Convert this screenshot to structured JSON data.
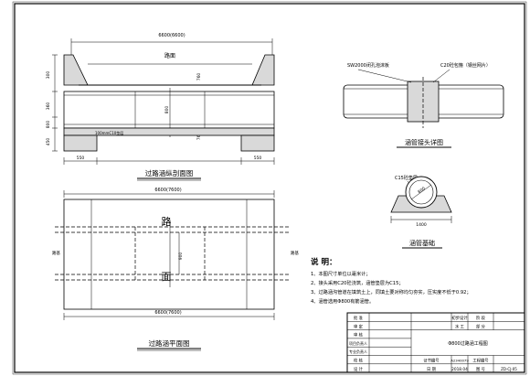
{
  "section_view": {
    "title": "过路涵纵剖面图",
    "top_dim": "6600(6600)",
    "road_label": "路面",
    "base_label": "100mmC10垫层",
    "bottom_dim_left": "550",
    "bottom_dim_right": "550",
    "left_dims": [
      "300",
      "360",
      "800",
      "450"
    ],
    "vertical_dims": [
      "760",
      "800",
      "760"
    ]
  },
  "joint_detail": {
    "title": "涵管接头详图",
    "rubber_label": "SW2000闭孔泡沫板",
    "ring_label": "C20砼包箍（钢丝网片）"
  },
  "foundation_detail": {
    "title": "涵管基础",
    "c15_label": "C15砼垫层",
    "dia_label": "800",
    "width_dim": "1400"
  },
  "plan_view": {
    "title": "过路涵平面图",
    "top_dim": "6600(7600)",
    "bottom_dim": "6600(7600)",
    "road_char_1": "路",
    "road_char_2": "面",
    "left_tag": "路基",
    "right_tag": "路基",
    "height_dim": "900"
  },
  "notes": {
    "heading": "说 明：",
    "items": [
      "1、本图尺寸单位以毫米计；",
      "2、接头采用C20砼浇筑，涵管垫层为C15；",
      "3、过路涵沟管道在填筑土上，同填土要对称均匀夯实，压实度不低于0.92；",
      "4、涵管选用Φ800有筋涵管。"
    ]
  },
  "title_block": {
    "rows_left": [
      "批 准",
      "审 定",
      "审 核",
      "项目负责人",
      "专业负责人",
      "校 核",
      "设 计"
    ],
    "right_top_1": "初步设计",
    "right_top_2": "阶 段",
    "right_top_3": "水 工",
    "right_top_4": "部 分",
    "drawing_name": "Φ800过路涵工程图",
    "cert_label": "证书编号",
    "cert_value": "A2340079",
    "drawing_no_label": "工程编号",
    "date_label": "日 期",
    "date_value": "2018.04",
    "page_label": "图 号",
    "page_value": "ZD-CJ-05"
  }
}
